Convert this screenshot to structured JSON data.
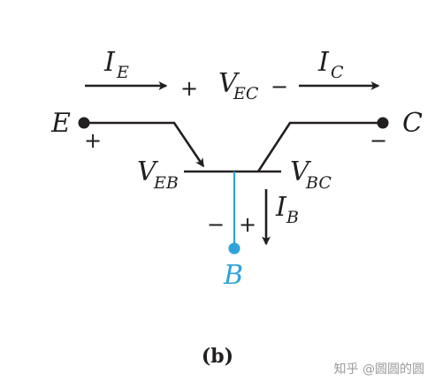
{
  "diagram": {
    "currents": {
      "emitter": {
        "symbol": "I",
        "subscript": "E"
      },
      "collector": {
        "symbol": "I",
        "subscript": "C"
      },
      "base": {
        "symbol": "I",
        "subscript": "B"
      }
    },
    "voltages": {
      "emitter_collector": {
        "symbol": "V",
        "subscript": "EC",
        "plus": "+",
        "minus": "−"
      },
      "emitter_base": {
        "symbol": "V",
        "subscript": "EB",
        "plus": "+",
        "minus": "−"
      },
      "base_collector": {
        "symbol": "V",
        "subscript": "BC",
        "plus": "+",
        "minus": "−"
      }
    },
    "terminals": {
      "emitter": "E",
      "collector": "C",
      "base": "B"
    },
    "caption": "(b)",
    "colors": {
      "ink": "#231f20",
      "base": "#2ea3dc"
    }
  },
  "watermark": {
    "text": "知乎 @圆圆的圆"
  }
}
